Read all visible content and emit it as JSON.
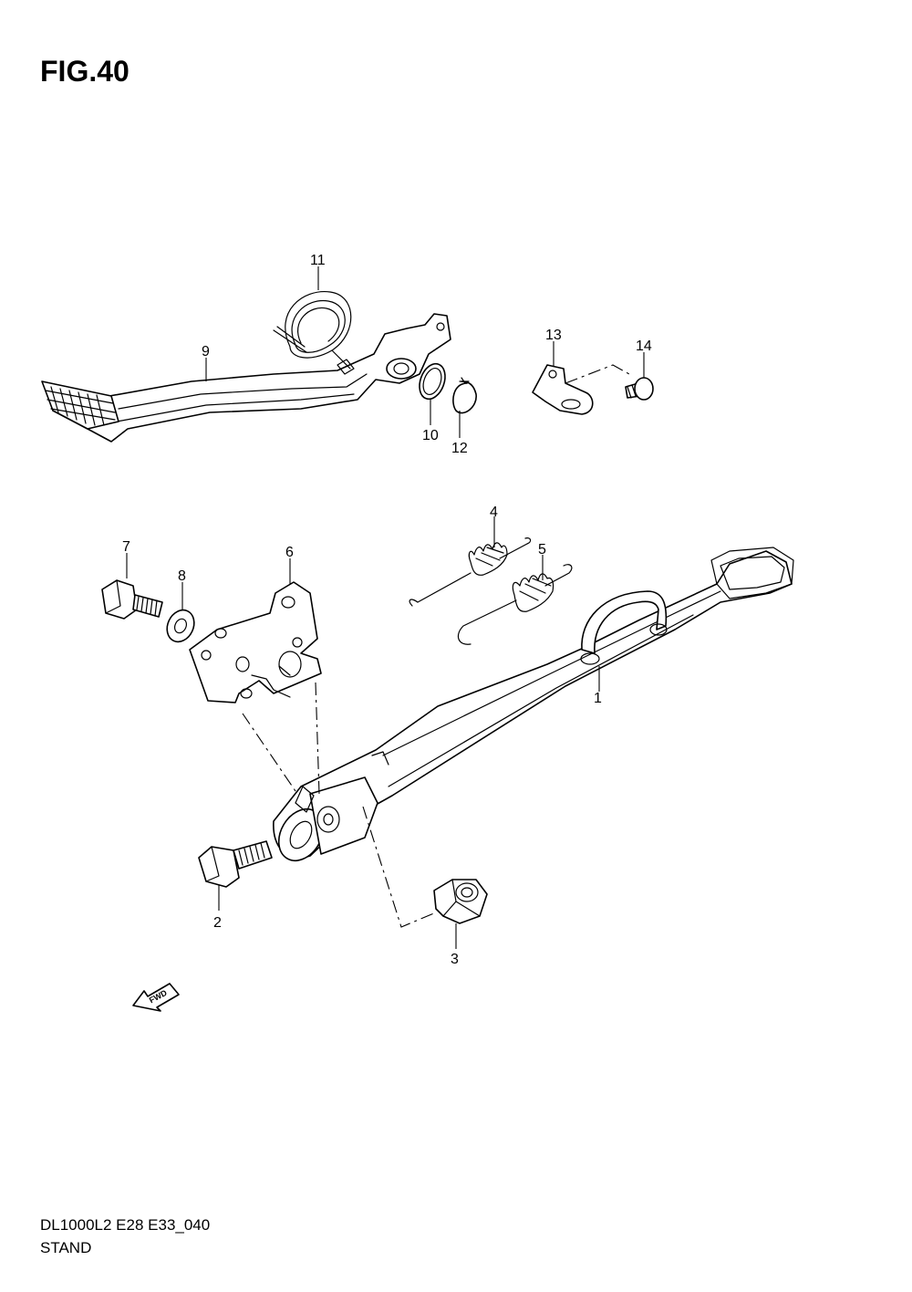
{
  "figure": {
    "title": "FIG.40",
    "model_code": "DL1000L2 E28 E33_040",
    "section_name": "STAND",
    "fwd_label": "FWD"
  },
  "callouts": [
    "1",
    "2",
    "3",
    "4",
    "5",
    "6",
    "7",
    "8",
    "9",
    "10",
    "11",
    "12",
    "13",
    "14"
  ]
}
